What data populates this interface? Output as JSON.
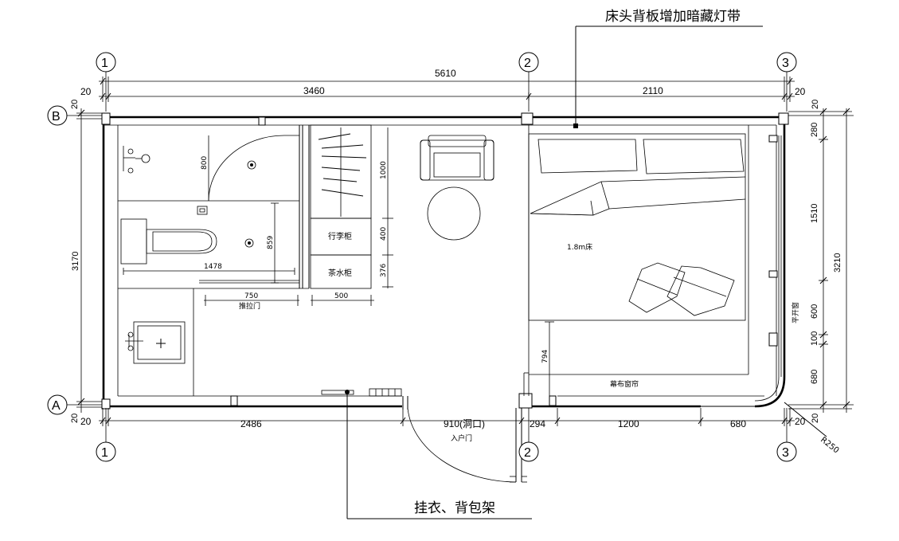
{
  "annotations": {
    "headboard_note": "床头背板增加暗藏灯带",
    "hanger_note": "挂衣、背包架",
    "entry_door": "入户门",
    "sliding_door": "推拉门",
    "luggage_cabinet": "行李柜",
    "tea_cabinet": "茶水柜",
    "bed": "1.8m床",
    "curtain": "幕布窗帘",
    "casement_window": "平开窗",
    "radius": "R250"
  },
  "grid_labels": {
    "axis_1": "1",
    "axis_2": "2",
    "axis_3": "3",
    "axis_a": "A",
    "axis_b": "B"
  },
  "dimensions": {
    "top_total": "5610",
    "top_left_20": "20",
    "top_right_20": "20",
    "top_seg_1": "3460",
    "top_seg_2": "2110",
    "bottom_left_20": "20",
    "bottom_right_20": "20",
    "bottom_seg_1": "2486",
    "bottom_seg_2": "910(洞口)",
    "bottom_seg_3": "294",
    "bottom_seg_4": "1200",
    "bottom_seg_5": "680",
    "left_total": "3170",
    "left_top_20": "20",
    "left_bottom_20": "20",
    "right_total": "3210",
    "right_top_20": "20",
    "right_bottom_20": "20",
    "right_seg_1": "280",
    "right_seg_2": "1510",
    "right_seg_3": "600",
    "right_seg_4": "100",
    "right_seg_5": "680",
    "bath_800": "800",
    "bath_859": "859",
    "bath_1478": "1478",
    "wardrobe_1000": "1000",
    "wardrobe_400": "400",
    "wardrobe_376": "376",
    "door_750": "750",
    "cabinet_500": "500",
    "bed_794": "794"
  }
}
